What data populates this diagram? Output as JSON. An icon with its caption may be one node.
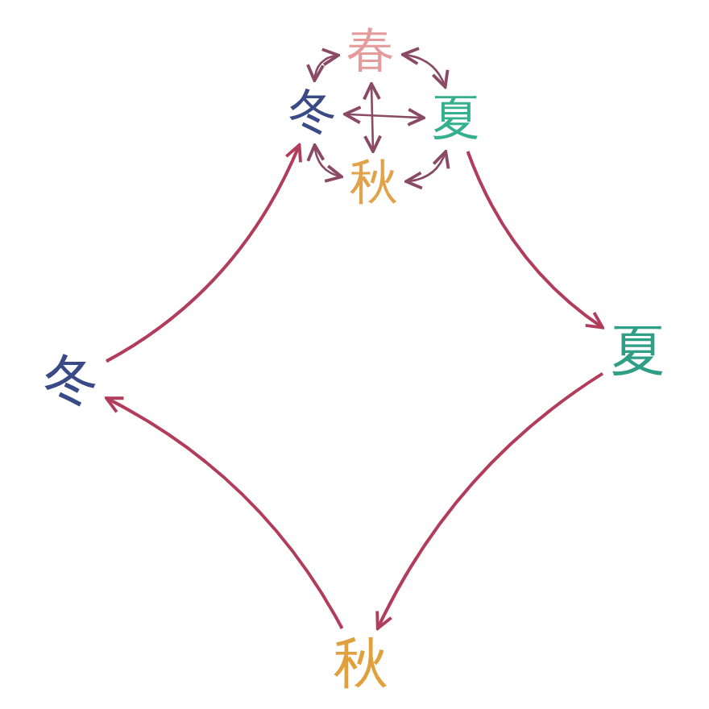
{
  "diagram": {
    "nodes": [
      {
        "text": [
          "春"
        ]
      },
      {
        "text": [
          "夏"
        ]
      },
      {
        "text": [
          "秋"
        ]
      },
      {
        "text": [
          "冬"
        ]
      },
      {
        "text": [
          "夏"
        ]
      },
      {
        "text": [
          "秋"
        ]
      },
      {
        "text": [
          "冬"
        ]
      }
    ],
    "edges": [
      {
        "from": 0,
        "to": 1,
        "arrow": "both"
      },
      {
        "from": 1,
        "to": 2,
        "arrow": "both"
      },
      {
        "from": 2,
        "to": 3,
        "arrow": "both"
      },
      {
        "from": 3,
        "to": 0,
        "arrow": "both"
      },
      {
        "from": 0,
        "to": 2,
        "arrow": "both"
      },
      {
        "from": 3,
        "to": 1,
        "arrow": "both"
      },
      {
        "from": 1,
        "to": 4,
        "arrow": "to"
      },
      {
        "from": 4,
        "to": 5,
        "arrow": "to"
      },
      {
        "from": 5,
        "to": 6,
        "arrow": "to"
      },
      {
        "from": 6,
        "to": 3,
        "arrow": "to"
      }
    ]
  }
}
